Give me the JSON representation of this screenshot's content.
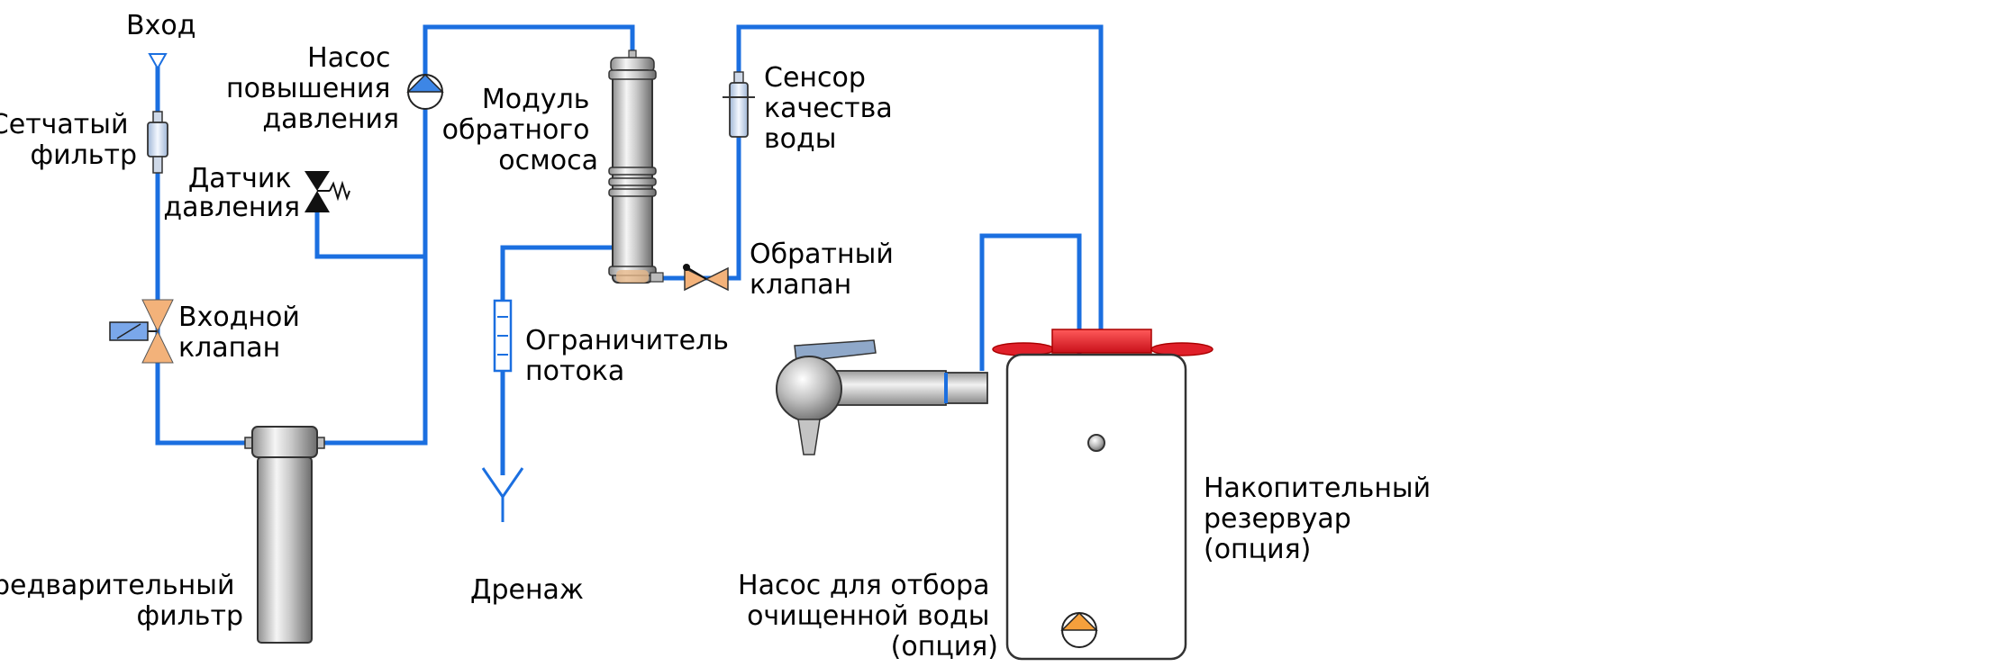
{
  "labels": {
    "inlet": "Вход",
    "strainer": [
      "Сетчатый",
      "фильтр"
    ],
    "pressure_sensor": [
      "Датчик",
      "давления"
    ],
    "inlet_valve": [
      "Входной",
      "клапан"
    ],
    "prefilter": [
      "Предварительный",
      "фильтр"
    ],
    "booster_pump": [
      "Насос",
      "повышения",
      "давления"
    ],
    "ro_module": [
      "Модуль",
      "обратного",
      "осмоса"
    ],
    "flow_limiter": [
      "Ограничитель",
      "потока"
    ],
    "drain": "Дренаж",
    "quality_sensor": [
      "Сенсор",
      "качества",
      "воды"
    ],
    "check_valve": [
      "Обратный",
      "клапан"
    ],
    "tank": [
      "Накопительный",
      "резервуар",
      "(опция)"
    ],
    "delivery_pump": [
      "Насос для отбора",
      "очищенной воды",
      "(опция)"
    ]
  },
  "colors": {
    "pipe": "#1b6fe0",
    "valve": "#f3b27a",
    "tank_cap": "#e0202a",
    "pump": "#3d86e6",
    "delivery_pump": "#f5a03c"
  }
}
